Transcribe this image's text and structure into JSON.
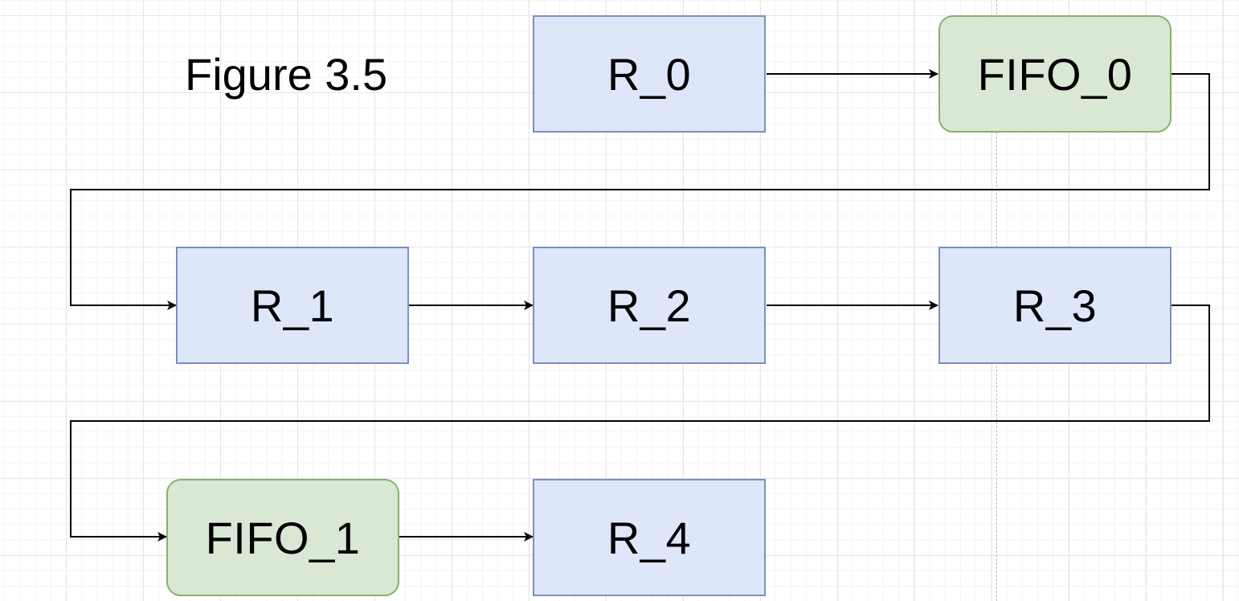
{
  "figure": {
    "label": "Figure 3.5"
  },
  "nodes": {
    "r0": "R_0",
    "fifo0": "FIFO_0",
    "r1": "R_1",
    "r2": "R_2",
    "r3": "R_3",
    "fifo1": "FIFO_1",
    "r4": "R_4"
  },
  "colors": {
    "register_fill": "#dee7fa",
    "register_border": "#7a90bd",
    "fifo_fill": "#d9e8d4",
    "fifo_border": "#87b06f",
    "connector": "#000000"
  }
}
